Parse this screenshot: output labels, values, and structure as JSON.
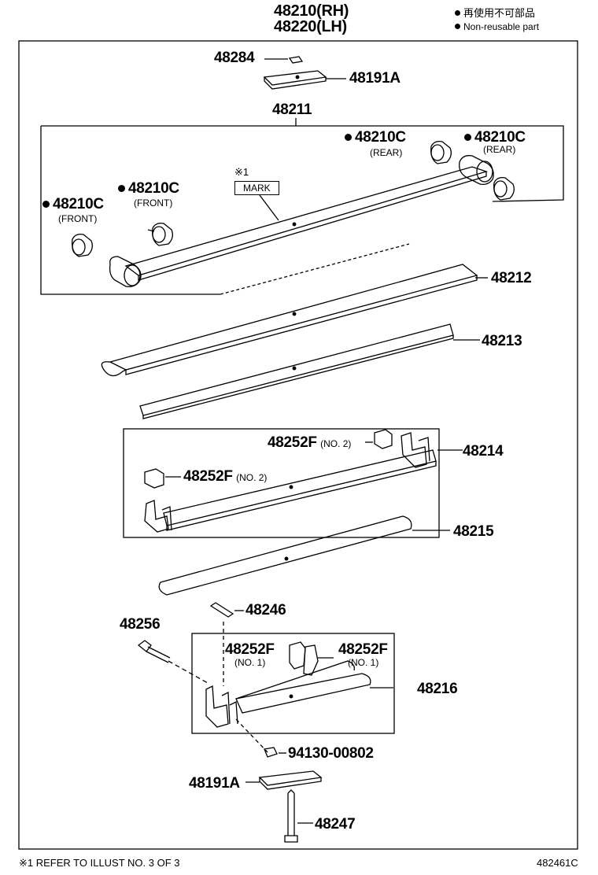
{
  "header": {
    "assembly_rh": "48210(RH)",
    "assembly_lh": "48220(LH)"
  },
  "legend": {
    "jp": "再使用不可部品",
    "en": "Non-reusable part"
  },
  "parts": {
    "p48284": "48284",
    "p48191A_top": "48191A",
    "p48211": "48211",
    "p48210C": "48210C",
    "rear": "(REAR)",
    "front": "(FRONT)",
    "ref_mark": "※1",
    "mark": "MARK",
    "p48212": "48212",
    "p48213": "48213",
    "p48252F": "48252F",
    "no2": "(NO. 2)",
    "no1": "(NO. 1)",
    "p48214": "48214",
    "p48215": "48215",
    "p48246": "48246",
    "p48256": "48256",
    "p48216": "48216",
    "p94130": "94130-00802",
    "p48191A_bottom": "48191A",
    "p48247": "48247"
  },
  "footer": {
    "note": "※1 REFER TO ILLUST NO. 3 OF 3",
    "illust_id": "482461C"
  }
}
